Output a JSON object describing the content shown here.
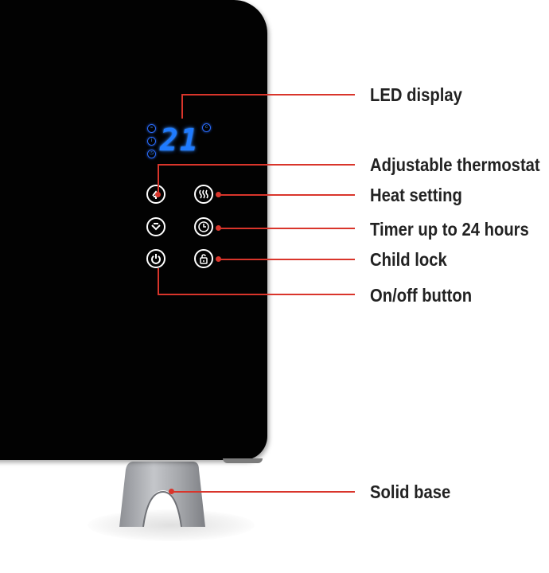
{
  "colors": {
    "panel": "#020202",
    "led": "#1f7bff",
    "leader": "#d9352b",
    "label_text": "#222222",
    "base": "#a7a9ad"
  },
  "display": {
    "temperature": "21",
    "unit_symbol": "°C",
    "indicators": [
      "heat-mode-icon",
      "info-icon",
      "timer-icon"
    ]
  },
  "buttons": [
    {
      "name": "plus-button",
      "icon": "plus-icon"
    },
    {
      "name": "heat-setting-button",
      "icon": "heat-waves-icon"
    },
    {
      "name": "minus-button",
      "icon": "minus-icon"
    },
    {
      "name": "timer-button",
      "icon": "clock-icon"
    },
    {
      "name": "power-button",
      "icon": "power-icon"
    },
    {
      "name": "child-lock-button",
      "icon": "padlock-icon"
    }
  ],
  "callouts": {
    "led_display": "LED display",
    "thermostat": "Adjustable thermostat",
    "heat_setting": "Heat setting",
    "timer": "Timer up to 24 hours",
    "child_lock": "Child lock",
    "on_off": "On/off button",
    "base": "Solid base"
  }
}
